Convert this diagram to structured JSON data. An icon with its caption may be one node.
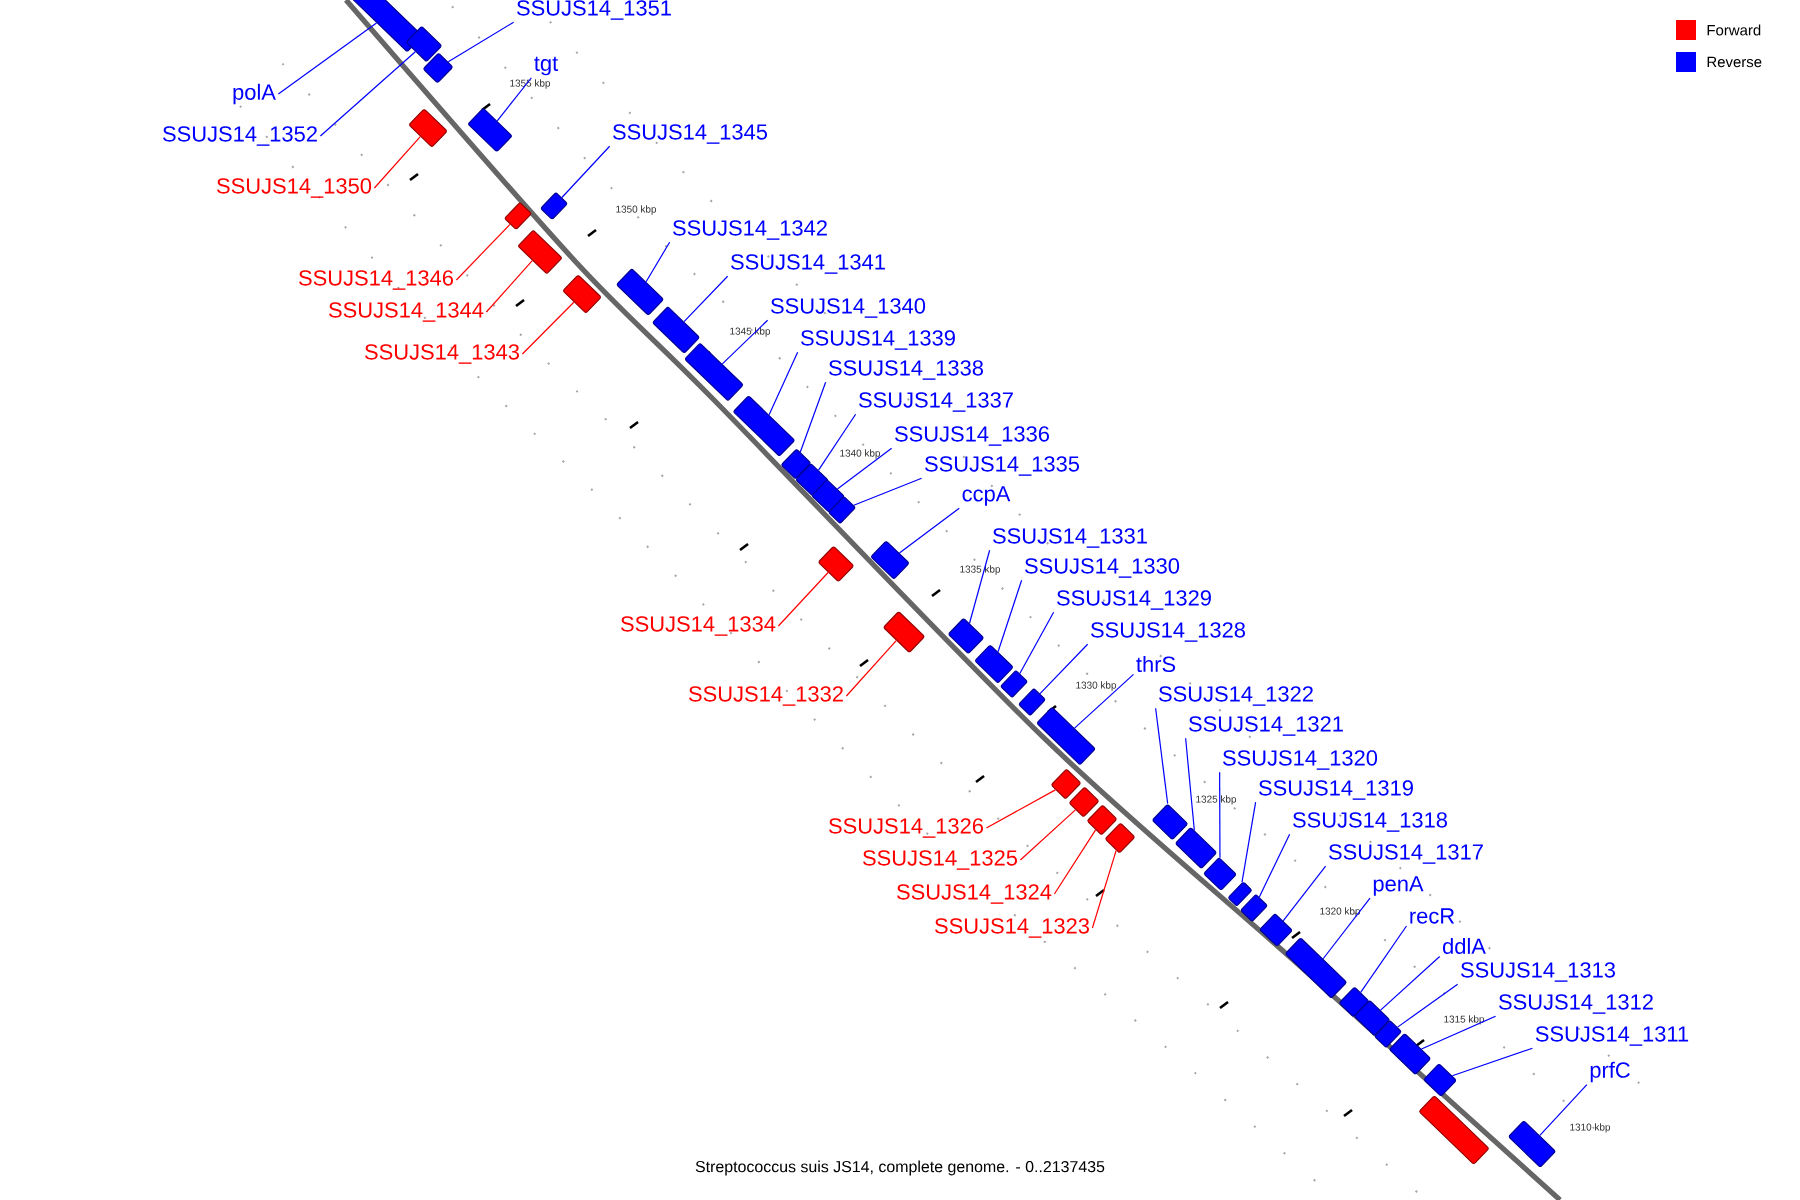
{
  "diagram": {
    "caption": "Streptococcus suis JS14, complete genome. - 0..2137435",
    "nodes": [
      {
        "text": [
          "polA"
        ]
      },
      {
        "text": [],
        "shape": "bar"
      },
      {
        "text": [
          "SSUJS14_1352"
        ]
      },
      {
        "text": [],
        "shape": "bar"
      },
      {
        "text": [
          "SSUJS14_1351"
        ]
      },
      {
        "text": [],
        "shape": "bar"
      },
      {
        "text": [
          "SSUJS14_1350"
        ]
      },
      {
        "text": [],
        "shape": "bar"
      },
      {
        "text": [
          "tgt"
        ]
      },
      {
        "text": [],
        "shape": "bar"
      },
      {
        "text": [
          "SSUJS14_1345"
        ]
      },
      {
        "text": [],
        "shape": "bar"
      },
      {
        "text": [
          "SSUJS14_1346"
        ]
      },
      {
        "text": [],
        "shape": "bar"
      },
      {
        "text": [
          "SSUJS14_1344"
        ]
      },
      {
        "text": [],
        "shape": "bar"
      },
      {
        "text": [
          "SSUJS14_1343"
        ]
      },
      {
        "text": [],
        "shape": "bar"
      },
      {
        "text": [
          "SSUJS14_1342"
        ]
      },
      {
        "text": [],
        "shape": "bar"
      },
      {
        "text": [
          "SSUJS14_1341"
        ]
      },
      {
        "text": [],
        "shape": "bar"
      },
      {
        "text": [
          "SSUJS14_1340"
        ]
      },
      {
        "text": [],
        "shape": "bar"
      },
      {
        "text": [
          "SSUJS14_1339"
        ]
      },
      {
        "text": [],
        "shape": "bar"
      },
      {
        "text": [
          "SSUJS14_1338"
        ]
      },
      {
        "text": [],
        "shape": "bar"
      },
      {
        "text": [
          "SSUJS14_1337"
        ]
      },
      {
        "text": [],
        "shape": "bar"
      },
      {
        "text": [
          "SSUJS14_1336"
        ]
      },
      {
        "text": [],
        "shape": "bar"
      },
      {
        "text": [
          "SSUJS14_1335"
        ]
      },
      {
        "text": [],
        "shape": "bar"
      },
      {
        "text": [
          "ccpA"
        ]
      },
      {
        "text": [],
        "shape": "bar"
      },
      {
        "text": [
          "SSUJS14_1334"
        ]
      },
      {
        "text": [],
        "shape": "bar"
      },
      {
        "text": [
          "SSUJS14_1332"
        ]
      },
      {
        "text": [],
        "shape": "bar"
      },
      {
        "text": [
          "SSUJS14_1331"
        ]
      },
      {
        "text": [],
        "shape": "bar"
      },
      {
        "text": [
          "SSUJS14_1330"
        ]
      },
      {
        "text": [],
        "shape": "bar"
      },
      {
        "text": [
          "SSUJS14_1329"
        ]
      },
      {
        "text": [],
        "shape": "bar"
      },
      {
        "text": [
          "SSUJS14_1328"
        ]
      },
      {
        "text": [],
        "shape": "bar"
      },
      {
        "text": [
          "thrS"
        ]
      },
      {
        "text": [],
        "shape": "bar"
      },
      {
        "text": [
          "SSUJS14_1326"
        ]
      },
      {
        "text": [],
        "shape": "bar"
      },
      {
        "text": [
          "SSUJS14_1325"
        ]
      },
      {
        "text": [],
        "shape": "bar"
      },
      {
        "text": [
          "SSUJS14_1324"
        ]
      },
      {
        "text": [],
        "shape": "bar"
      },
      {
        "text": [
          "SSUJS14_1323"
        ]
      },
      {
        "text": [],
        "shape": "bar"
      },
      {
        "text": [
          "SSUJS14_1322"
        ]
      },
      {
        "text": [],
        "shape": "bar"
      },
      {
        "text": [
          "SSUJS14_1321"
        ]
      },
      {
        "text": [],
        "shape": "bar"
      },
      {
        "text": [
          "SSUJS14_1320"
        ]
      },
      {
        "text": [],
        "shape": "bar"
      },
      {
        "text": [
          "SSUJS14_1319"
        ]
      },
      {
        "text": [],
        "shape": "bar"
      },
      {
        "text": [
          "SSUJS14_1318"
        ]
      },
      {
        "text": [],
        "shape": "bar"
      },
      {
        "text": [
          "SSUJS14_1317"
        ]
      },
      {
        "text": [],
        "shape": "bar"
      },
      {
        "text": [
          "penA"
        ]
      },
      {
        "text": [],
        "shape": "bar"
      },
      {
        "text": [
          "recR"
        ]
      },
      {
        "text": [],
        "shape": "bar"
      },
      {
        "text": [
          "ddlA"
        ]
      },
      {
        "text": [],
        "shape": "bar"
      },
      {
        "text": [
          "SSUJS14_1313"
        ]
      },
      {
        "text": [],
        "shape": "bar"
      },
      {
        "text": [
          "SSUJS14_1312"
        ]
      },
      {
        "text": [],
        "shape": "bar"
      },
      {
        "text": [
          "SSUJS14_1311"
        ]
      },
      {
        "text": [],
        "shape": "bar"
      },
      {
        "text": [
          "prfC"
        ]
      },
      {
        "text": [],
        "shape": "bar"
      },
      {
        "text": [],
        "shape": "bar"
      }
    ],
    "edges": [
      {
        "from": 0,
        "to": 1,
        "arrow": "none"
      },
      {
        "from": 2,
        "to": 3,
        "arrow": "none"
      },
      {
        "from": 4,
        "to": 5,
        "arrow": "none"
      },
      {
        "from": 6,
        "to": 7,
        "arrow": "none",
        "color": "#ff0000"
      },
      {
        "from": 8,
        "to": 9,
        "arrow": "none"
      },
      {
        "from": 10,
        "to": 11,
        "arrow": "none"
      },
      {
        "from": 12,
        "to": 13,
        "arrow": "none",
        "color": "#ff0000"
      },
      {
        "from": 14,
        "to": 15,
        "arrow": "none",
        "color": "#ff0000"
      },
      {
        "from": 16,
        "to": 17,
        "arrow": "none",
        "color": "#ff0000"
      },
      {
        "from": 18,
        "to": 19,
        "arrow": "none"
      },
      {
        "from": 20,
        "to": 21,
        "arrow": "none"
      },
      {
        "from": 22,
        "to": 23,
        "arrow": "none"
      },
      {
        "from": 24,
        "to": 25,
        "arrow": "none"
      },
      {
        "from": 26,
        "to": 27,
        "arrow": "none"
      },
      {
        "from": 28,
        "to": 29,
        "arrow": "none"
      },
      {
        "from": 30,
        "to": 31,
        "arrow": "none"
      },
      {
        "from": 32,
        "to": 33,
        "arrow": "none"
      },
      {
        "from": 34,
        "to": 35,
        "arrow": "none"
      },
      {
        "from": 36,
        "to": 37,
        "arrow": "none",
        "color": "#ff0000"
      },
      {
        "from": 38,
        "to": 39,
        "arrow": "none",
        "color": "#ff0000"
      },
      {
        "from": 40,
        "to": 41,
        "arrow": "none"
      },
      {
        "from": 42,
        "to": 43,
        "arrow": "none"
      },
      {
        "from": 44,
        "to": 45,
        "arrow": "none"
      },
      {
        "from": 46,
        "to": 47,
        "arrow": "none"
      },
      {
        "from": 48,
        "to": 49,
        "arrow": "none"
      },
      {
        "from": 50,
        "to": 51,
        "arrow": "none",
        "color": "#ff0000"
      },
      {
        "from": 52,
        "to": 53,
        "arrow": "none",
        "color": "#ff0000"
      },
      {
        "from": 54,
        "to": 55,
        "arrow": "none",
        "color": "#ff0000"
      },
      {
        "from": 56,
        "to": 57,
        "arrow": "none",
        "color": "#ff0000"
      },
      {
        "from": 58,
        "to": 59,
        "arrow": "none"
      },
      {
        "from": 60,
        "to": 61,
        "arrow": "none"
      },
      {
        "from": 62,
        "to": 63,
        "arrow": "none"
      },
      {
        "from": 64,
        "to": 65,
        "arrow": "none"
      },
      {
        "from": 66,
        "to": 67,
        "arrow": "none"
      },
      {
        "from": 68,
        "to": 69,
        "arrow": "none"
      },
      {
        "from": 70,
        "to": 71,
        "arrow": "none"
      },
      {
        "from": 72,
        "to": 73,
        "arrow": "none"
      },
      {
        "from": 74,
        "to": 75,
        "arrow": "none"
      },
      {
        "from": 76,
        "to": 77,
        "arrow": "none"
      },
      {
        "from": 78,
        "to": 79,
        "arrow": "none"
      },
      {
        "from": 80,
        "to": 81,
        "arrow": "none"
      },
      {
        "from": 82,
        "to": 83,
        "arrow": "none"
      }
    ],
    "labels": [
      "1355 kbp",
      "1350 kbp",
      "1345 kbp",
      "1340 kbp",
      "1335 kbp",
      "1330 kbp",
      "1325 kbp",
      "1320 kbp",
      "1315 kbp",
      "1310 kbp"
    ],
    "legend": [
      {
        "text": "Forward",
        "color": "#ff0000"
      },
      {
        "text": "Reverse",
        "color": "#0000ff"
      }
    ]
  }
}
